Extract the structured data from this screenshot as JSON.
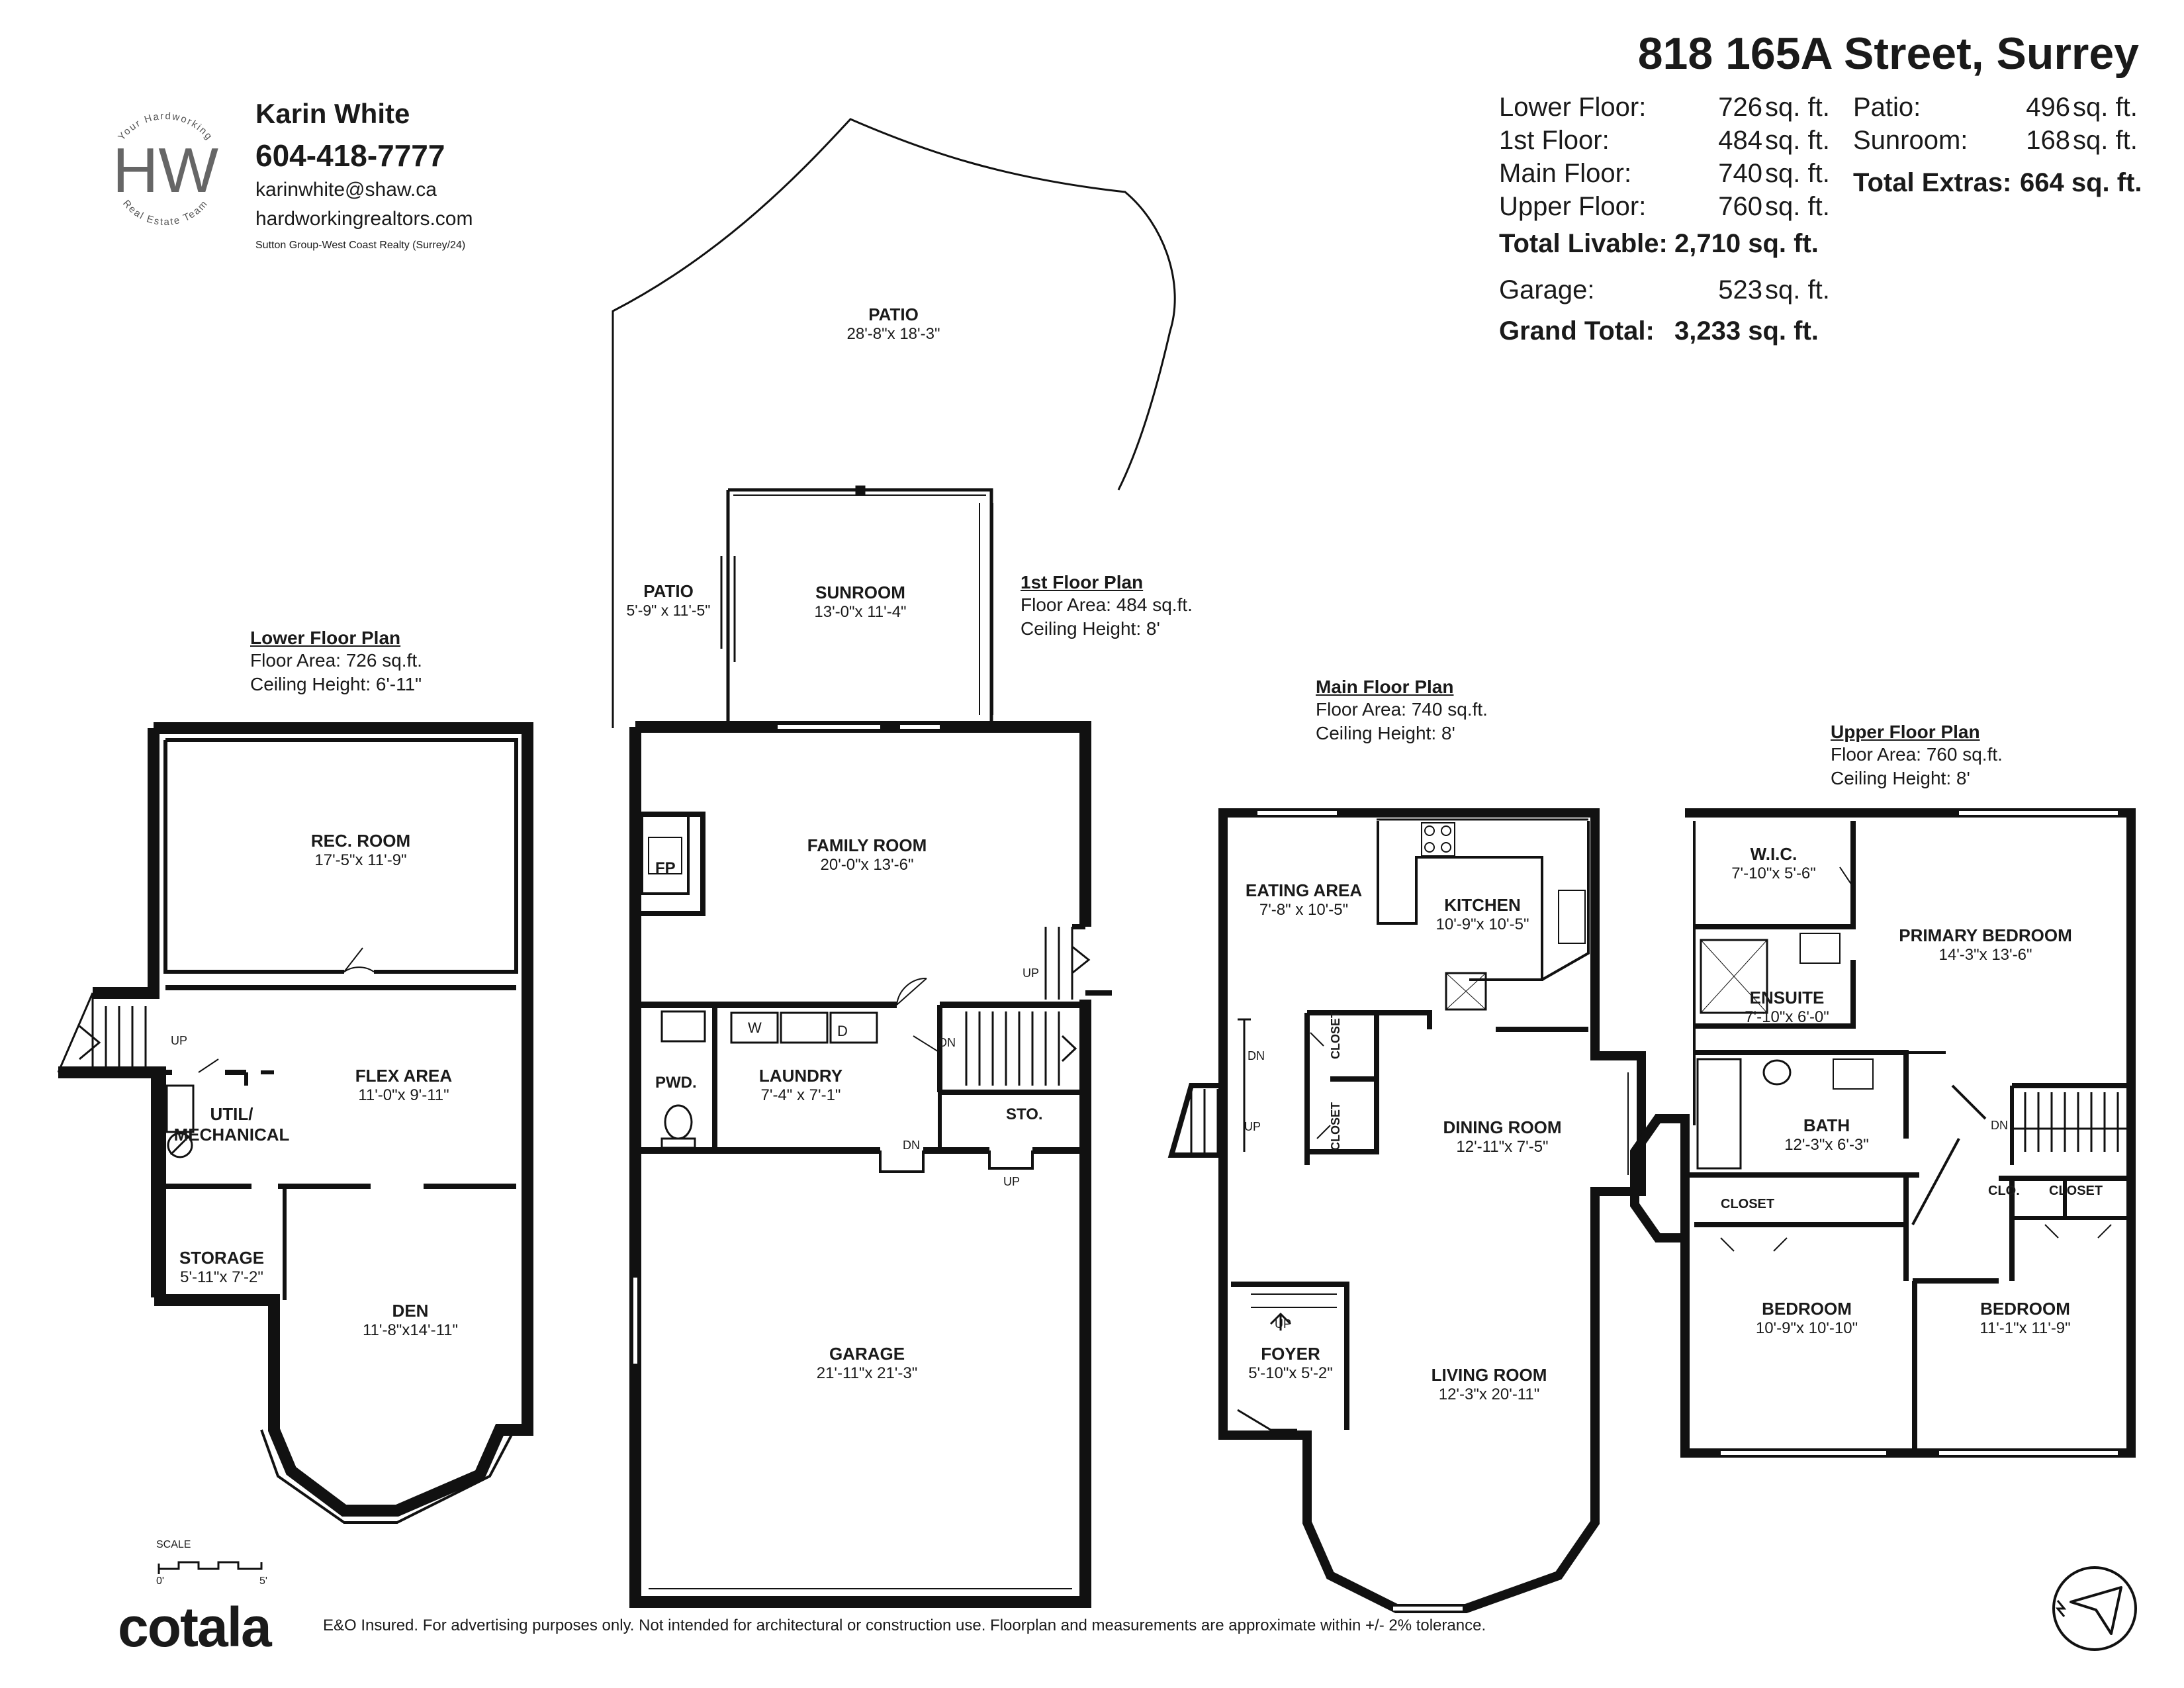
{
  "agent": {
    "logo_monogram": "HW",
    "logo_top_text": "Your Hardworking",
    "logo_bottom_text": "Real Estate Team",
    "name": "Karin White",
    "phone": "604-418-7777",
    "email": "karinwhite@shaw.ca",
    "website": "hardworkingrealtors.com",
    "brokerage": "Sutton Group-West Coast Realty (Surrey/24)"
  },
  "address": "818 165A Street, Surrey",
  "areas": {
    "livable": [
      {
        "label": "Lower Floor:",
        "value": "726",
        "unit": "sq. ft."
      },
      {
        "label": "1st Floor:",
        "value": "484",
        "unit": "sq. ft."
      },
      {
        "label": "Main Floor:",
        "value": "740",
        "unit": "sq. ft."
      },
      {
        "label": "Upper Floor:",
        "value": "760",
        "unit": "sq. ft."
      }
    ],
    "total_livable_label": "Total Livable:",
    "total_livable_value": "2,710 sq. ft.",
    "garage_label": "Garage:",
    "garage_value": "523",
    "garage_unit": "sq. ft.",
    "grand_total_label": "Grand Total:",
    "grand_total_value": "3,233 sq. ft.",
    "extras": [
      {
        "label": "Patio:",
        "value": "496",
        "unit": "sq. ft."
      },
      {
        "label": "Sunroom:",
        "value": "168",
        "unit": "sq. ft."
      }
    ],
    "total_extras_label": "Total Extras:",
    "total_extras_value": "664 sq. ft."
  },
  "plans": {
    "lower": {
      "title": "Lower Floor Plan",
      "area": "Floor Area: 726 sq.ft.",
      "ceiling": "Ceiling Height: 6'-11\""
    },
    "first": {
      "title": "1st Floor Plan",
      "area": "Floor Area: 484 sq.ft.",
      "ceiling": "Ceiling Height: 8'"
    },
    "main": {
      "title": "Main Floor Plan",
      "area": "Floor Area: 740 sq.ft.",
      "ceiling": "Ceiling Height: 8'"
    },
    "upper": {
      "title": "Upper Floor Plan",
      "area": "Floor Area: 760 sq.ft.",
      "ceiling": "Ceiling Height: 8'"
    }
  },
  "rooms": {
    "rec_room": {
      "name": "REC. ROOM",
      "dim": "17'-5\"x 11'-9\""
    },
    "flex_area": {
      "name": "FLEX AREA",
      "dim": "11'-0\"x 9'-11\""
    },
    "util": {
      "name": "UTIL/",
      "name2": "MECHANICAL"
    },
    "storage": {
      "name": "STORAGE",
      "dim": "5'-11\"x 7'-2\""
    },
    "den": {
      "name": "DEN",
      "dim": "11'-8\"x14'-11\""
    },
    "patio_big": {
      "name": "PATIO",
      "dim": "28'-8\"x 18'-3\""
    },
    "patio_small": {
      "name": "PATIO",
      "dim": "5'-9\" x 11'-5\""
    },
    "sunroom": {
      "name": "SUNROOM",
      "dim": "13'-0\"x 11'-4\""
    },
    "family_room": {
      "name": "FAMILY ROOM",
      "dim": "20'-0\"x 13'-6\""
    },
    "fp": "FP",
    "laundry": {
      "name": "LAUNDRY",
      "dim": "7'-4\" x 7'-1\""
    },
    "pwd": "PWD.",
    "sto": "STO.",
    "garage": {
      "name": "GARAGE",
      "dim": "21'-11\"x 21'-3\""
    },
    "eating_area": {
      "name": "EATING AREA",
      "dim": "7'-8\" x 10'-5\""
    },
    "kitchen": {
      "name": "KITCHEN",
      "dim": "10'-9\"x 10'-5\""
    },
    "dining_room": {
      "name": "DINING ROOM",
      "dim": "12'-11\"x 7'-5\""
    },
    "closet": "CLOSET",
    "foyer": {
      "name": "FOYER",
      "dim": "5'-10\"x 5'-2\""
    },
    "living_room": {
      "name": "LIVING ROOM",
      "dim": "12'-3\"x 20'-11\""
    },
    "wic": {
      "name": "W.I.C.",
      "dim": "7'-10\"x 5'-6\""
    },
    "primary_bedroom": {
      "name": "PRIMARY BEDROOM",
      "dim": "14'-3\"x 13'-6\""
    },
    "ensuite": {
      "name": "ENSUITE",
      "dim": "7'-10\"x 6'-0\""
    },
    "bath": {
      "name": "BATH",
      "dim": "12'-3\"x 6'-3\""
    },
    "clo": "CLO.",
    "bedroom_left": {
      "name": "BEDROOM",
      "dim": "10'-9\"x 10'-10\""
    },
    "bedroom_right": {
      "name": "BEDROOM",
      "dim": "11'-1\"x 11'-9\""
    }
  },
  "stairs": {
    "up": "UP",
    "dn": "DN"
  },
  "appliances": {
    "washer": "W",
    "dryer": "D"
  },
  "scale": {
    "label": "SCALE",
    "min": "0'",
    "max": "5'"
  },
  "footer": {
    "logo": "cotala",
    "disclaimer": "E&O Insured. For advertising purposes only. Not intended for architectural or construction use. Floorplan and measurements are approximate within +/- 2% tolerance."
  },
  "icons": {
    "north_arrow": "north-arrow-icon"
  }
}
